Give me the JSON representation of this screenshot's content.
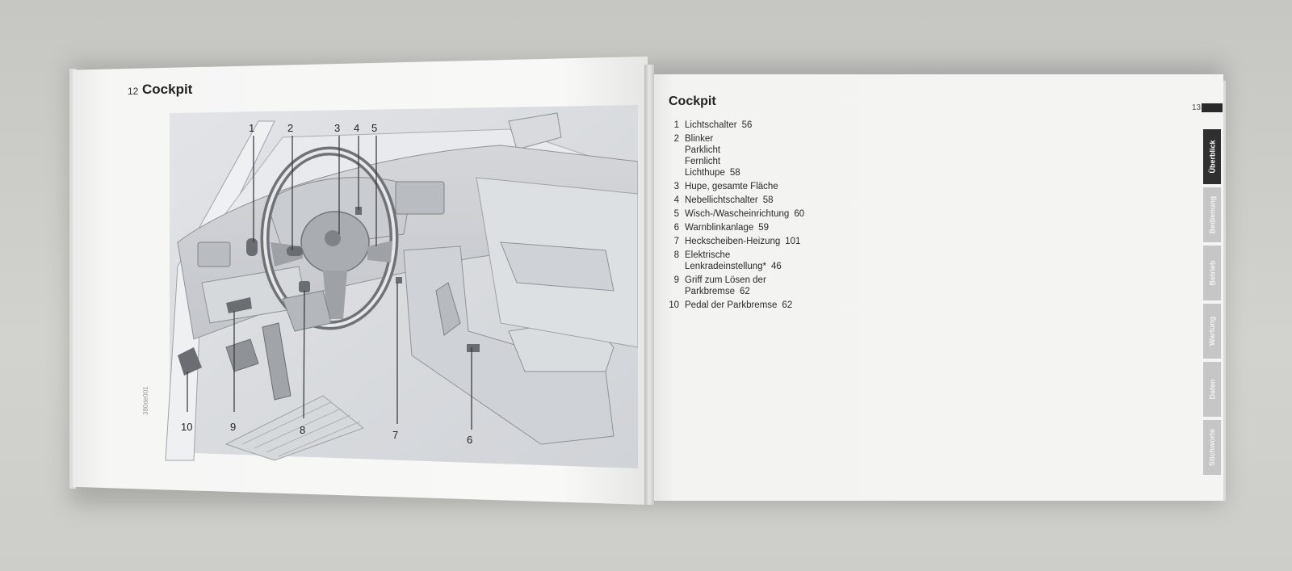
{
  "left_page": {
    "page_number": "12",
    "title": "Cockpit",
    "part_number": "380de001",
    "callouts": [
      "1",
      "2",
      "3",
      "4",
      "5",
      "6",
      "7",
      "8",
      "9",
      "10"
    ]
  },
  "right_page": {
    "title": "Cockpit",
    "page_number": "13",
    "legend": [
      {
        "num": "1",
        "lines": [
          "Lichtschalter"
        ],
        "page": "56"
      },
      {
        "num": "2",
        "lines": [
          "Blinker",
          "Parklicht",
          "Fernlicht",
          "Lichthupe"
        ],
        "page": "58"
      },
      {
        "num": "3",
        "lines": [
          "Hupe, gesamte Fläche"
        ],
        "page": ""
      },
      {
        "num": "4",
        "lines": [
          "Nebellichtschalter"
        ],
        "page": "58"
      },
      {
        "num": "5",
        "lines": [
          "Wisch-/Wascheinrichtung"
        ],
        "page": "60"
      },
      {
        "num": "6",
        "lines": [
          "Warnblinkanlage"
        ],
        "page": "59"
      },
      {
        "num": "7",
        "lines": [
          "Heckscheiben-Heizung"
        ],
        "page": "101"
      },
      {
        "num": "8",
        "lines": [
          "Elektrische",
          "Lenkradeinstellung*"
        ],
        "page": "46"
      },
      {
        "num": "9",
        "lines": [
          "Griff zum Lösen der",
          "Parkbremse"
        ],
        "page": "62"
      },
      {
        "num": "10",
        "lines": [
          "Pedal der Parkbremse"
        ],
        "page": "62"
      }
    ],
    "tabs": [
      "Überblick",
      "Bedienung",
      "Betrieb",
      "Wartung",
      "Daten",
      "Stichworte"
    ],
    "active_tab": "Überblick"
  }
}
